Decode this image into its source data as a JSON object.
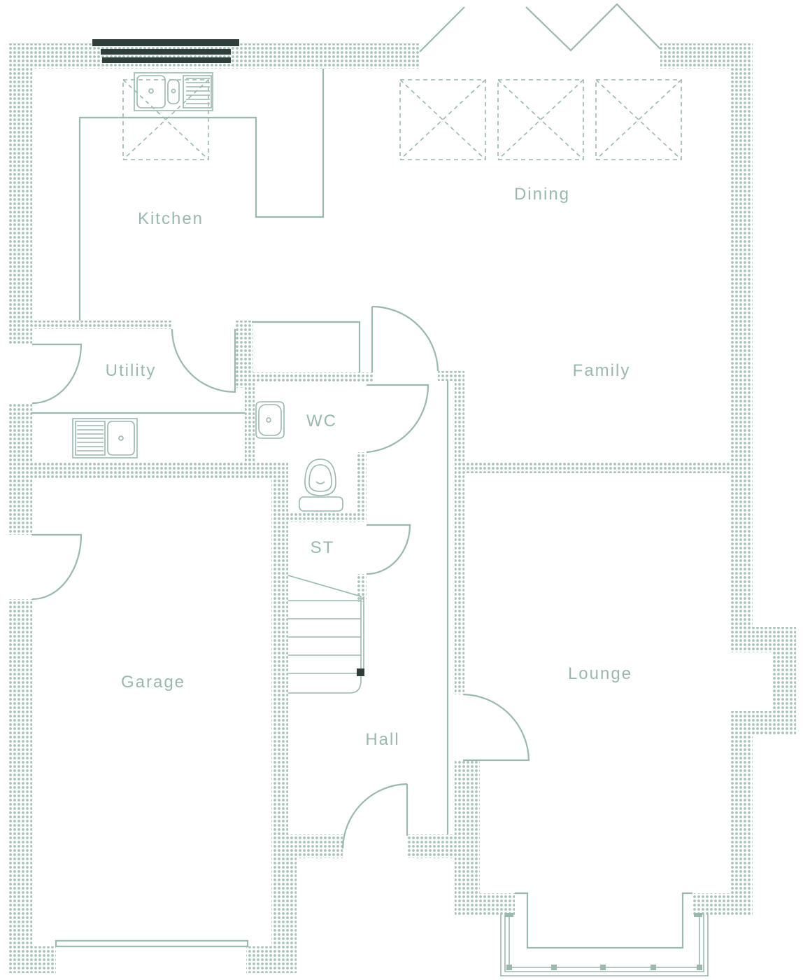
{
  "colors": {
    "line": "#9ab8ae",
    "text": "#9ab8ae",
    "wall_dot": "#a9c2b9",
    "dark": "#2e3e3a"
  },
  "rooms": {
    "kitchen": "Kitchen",
    "dining": "Dining",
    "utility": "Utility",
    "family": "Family",
    "wc": "WC",
    "st": "ST",
    "garage": "Garage",
    "lounge": "Lounge",
    "hall": "Hall"
  },
  "icons": {
    "kitchen_sink": "sink-icon",
    "utility_sink": "sink-icon",
    "wc_basin": "basin-icon",
    "wc_toilet": "toilet-icon",
    "hob": "hob-icon",
    "skylights": "skylight-icon",
    "stairs": "staircase-icon"
  }
}
